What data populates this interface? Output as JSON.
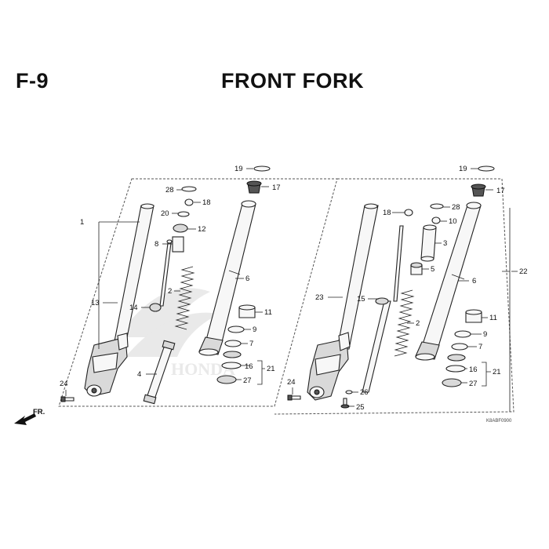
{
  "header": {
    "section_code": "F-9",
    "title": "FRONT FORK"
  },
  "diagram_code": "K8ABF0900",
  "direction_marker": "FR.",
  "left_callouts": {
    "c1": "1",
    "c2": "2",
    "c4": "4",
    "c6": "6",
    "c7": "7",
    "c8": "8",
    "c9": "9",
    "c11": "11",
    "c12": "12",
    "c13": "13",
    "c14": "14",
    "c16": "16",
    "c17": "17",
    "c18": "18",
    "c19": "19",
    "c20": "20",
    "c21": "21",
    "c24": "24",
    "c27": "27",
    "c28": "28"
  },
  "right_callouts": {
    "c2": "2",
    "c3": "3",
    "c5": "5",
    "c6": "6",
    "c7": "7",
    "c9": "9",
    "c10": "10",
    "c11": "11",
    "c15": "15",
    "c16": "16",
    "c17": "17",
    "c18": "18",
    "c19": "19",
    "c21": "21",
    "c22": "22",
    "c23": "23",
    "c24": "24",
    "c25": "25",
    "c26": "26",
    "c27": "27",
    "c28": "28"
  },
  "icons": [
    "fr-arrow-icon",
    "wing-logo-watermark"
  ]
}
